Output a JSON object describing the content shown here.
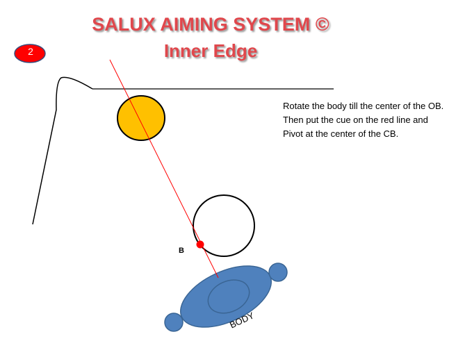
{
  "title": "SALUX AIMING SYSTEM ©",
  "subtitle": "Inner Edge",
  "step_badge": "2",
  "instructions": [
    "Rotate the body till the center of the OB.",
    "Then put the cue on the red line and",
    "Pivot at the center of the CB."
  ],
  "labels": {
    "point": "B",
    "body": "BODY"
  },
  "colors": {
    "title": "#e0474c",
    "object_ball": "#ffc000",
    "aim_line": "#ff0000",
    "body": "#4f81bd",
    "badge": "#ff0000"
  }
}
